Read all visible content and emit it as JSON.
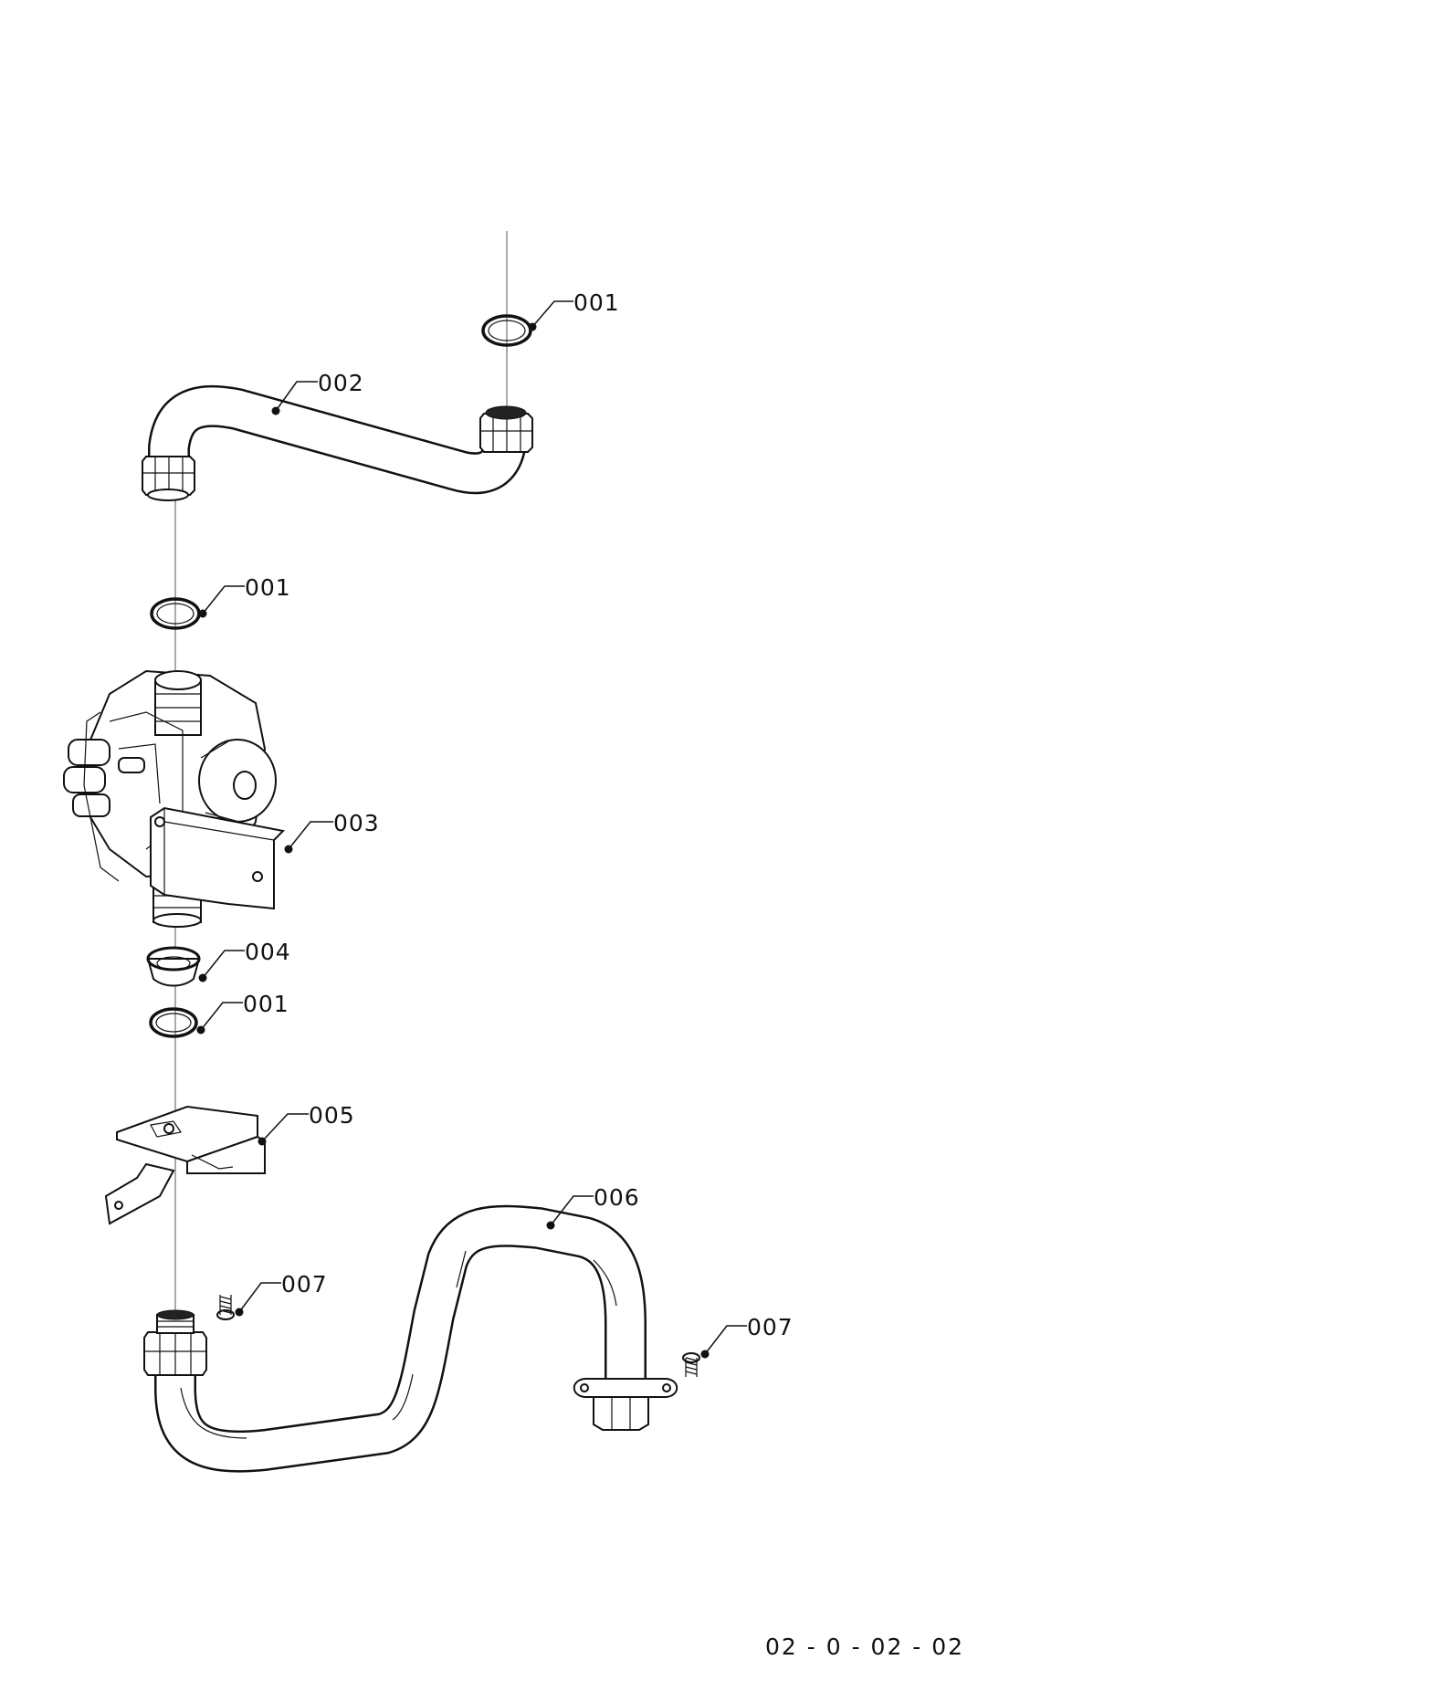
{
  "callouts": [
    {
      "id": "c1",
      "label": "001"
    },
    {
      "id": "c2",
      "label": "002"
    },
    {
      "id": "c3",
      "label": "001"
    },
    {
      "id": "c4",
      "label": "003"
    },
    {
      "id": "c5",
      "label": "004"
    },
    {
      "id": "c6",
      "label": "001"
    },
    {
      "id": "c7",
      "label": "005"
    },
    {
      "id": "c8",
      "label": "006"
    },
    {
      "id": "c9",
      "label": "007"
    },
    {
      "id": "c10",
      "label": "007"
    }
  ],
  "drawing_ref": "02 - 0 - 02 - 02"
}
